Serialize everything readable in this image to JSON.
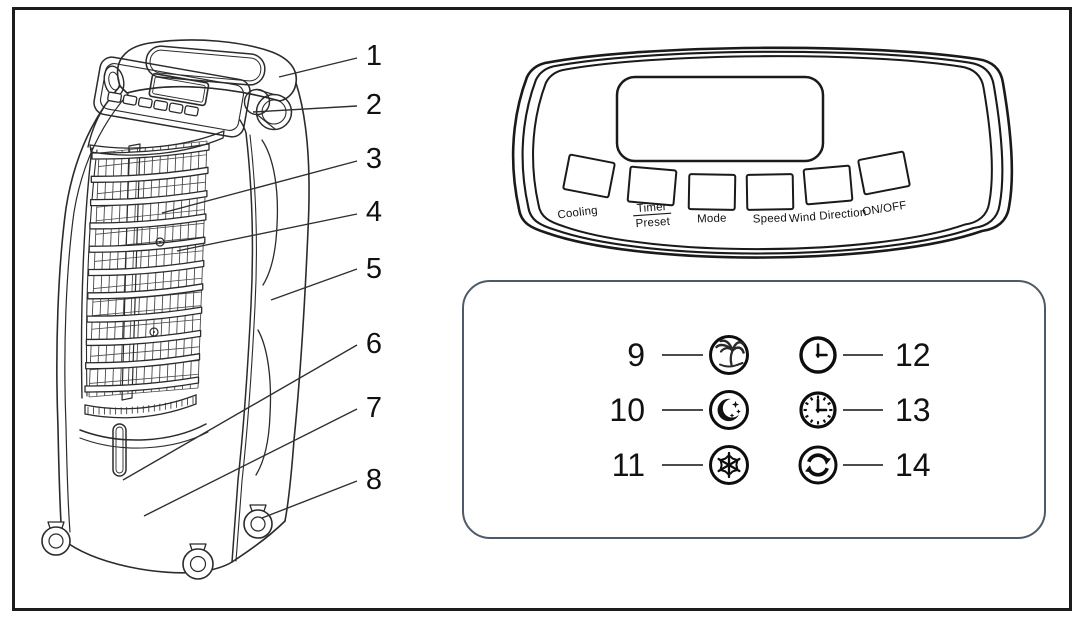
{
  "cooler": {
    "callouts": [
      "1",
      "2",
      "3",
      "4",
      "5",
      "6",
      "7",
      "8"
    ]
  },
  "control_panel": {
    "buttons": [
      {
        "label": "Cooling"
      },
      {
        "label_top": "Timer",
        "label_bottom": "Preset"
      },
      {
        "label": "Mode"
      },
      {
        "label": "Speed"
      },
      {
        "label": "Wind Direction"
      },
      {
        "label": "ON/OFF"
      }
    ]
  },
  "legend": {
    "rows": [
      {
        "left_number": "9",
        "left_icon": "palm-tree",
        "right_icon": "clock",
        "right_number": "12"
      },
      {
        "left_number": "10",
        "left_icon": "moon-stars",
        "right_icon": "clock-ticks",
        "right_number": "13"
      },
      {
        "left_number": "11",
        "left_icon": "snowflake",
        "right_icon": "rotate-arrows",
        "right_number": "14"
      }
    ]
  },
  "colors": {
    "line": "#1a1a1a",
    "legend_border": "#4d5a68"
  }
}
